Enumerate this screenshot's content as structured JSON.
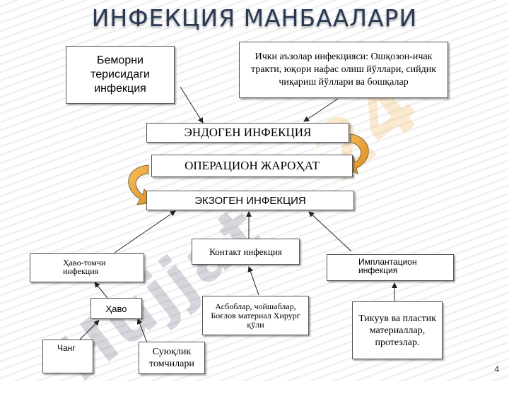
{
  "title": "ИНФЕКЦИЯ МАНБААЛАРИ",
  "watermark": "Hujjat",
  "watermark_number": "24",
  "boxes": {
    "skin": "Беморни терисидаги инфекция",
    "internal": "Ички аъзолар инфекцияси: Ошқозон-ичак тракти, юқори нафас олиш йўллари, сийдик чиқариш йўллари ва бошқалар",
    "endogen": "ЭНДОГЕН ИНФЕКЦИЯ",
    "operation": "ОПЕРАЦИОН ЖАРОҲАТ",
    "exogen": "ЭКЗОГЕН ИНФЕКЦИЯ",
    "contact": "Контакт инфекция",
    "airdrop": "Ҳаво-томчи инфекция",
    "implant": "Имплантацион инфекция",
    "air": "Ҳаво",
    "instruments": "Асбоблар, чойшаблар, Боғлов материал Хирург қўли",
    "sutures": "Тикуув ва пластик материаллар, протезлар.",
    "dust": "Чанг",
    "droplets": "Суюқлик томчилари"
  },
  "colors": {
    "arrow_orange": "#f0a030",
    "arrow_outline": "#7a6a40",
    "line": "#222222",
    "title": "#2a3a55"
  },
  "page_number": "4"
}
